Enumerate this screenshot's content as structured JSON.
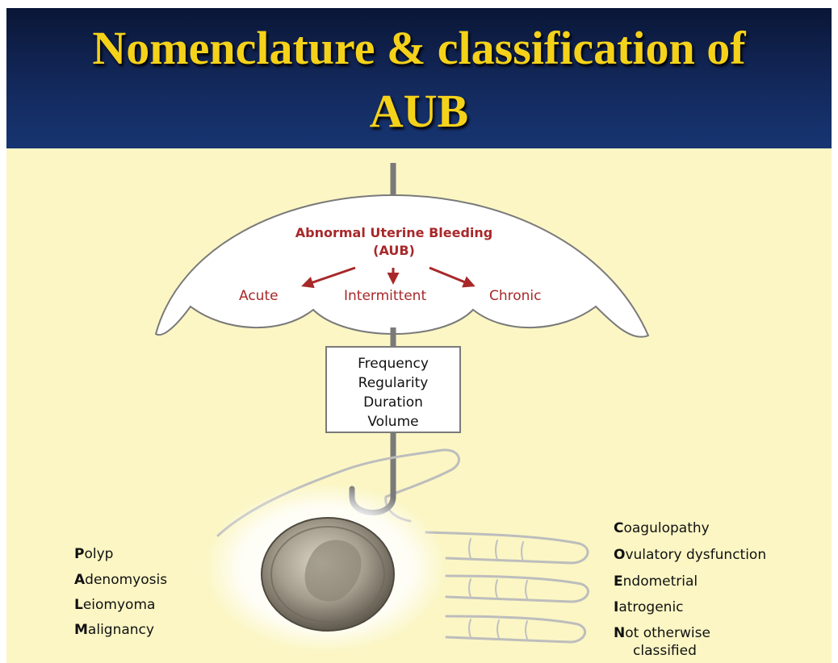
{
  "title": {
    "line1": "Nomenclature & classification of",
    "line2": "AUB"
  },
  "umbrella": {
    "heading1": "Abnormal Uterine Bleeding",
    "heading2": "(AUB)",
    "categories": [
      "Acute",
      "Intermittent",
      "Chronic"
    ]
  },
  "parameters": [
    "Frequency",
    "Regularity",
    "Duration",
    "Volume"
  ],
  "palm": [
    {
      "initial": "P",
      "rest": "olyp"
    },
    {
      "initial": "A",
      "rest": "denomyosis"
    },
    {
      "initial": "L",
      "rest": "eiomyoma"
    },
    {
      "initial": "M",
      "rest": "alignancy"
    }
  ],
  "coein": [
    {
      "initial": "C",
      "rest": "oagulopathy"
    },
    {
      "initial": "O",
      "rest": "vulatory dysfunction"
    },
    {
      "initial": "E",
      "rest": "ndometrial"
    },
    {
      "initial": "I",
      "rest": "atrogenic"
    },
    {
      "initial": "N",
      "rest": "ot otherwise"
    },
    {
      "initial": "",
      "rest": "classified"
    }
  ],
  "colors": {
    "header": "#13295c",
    "title_text": "#f5d21a",
    "background": "#fbf6c4",
    "accent_red": "#a8282a",
    "shaft": "#7a7a7a"
  }
}
